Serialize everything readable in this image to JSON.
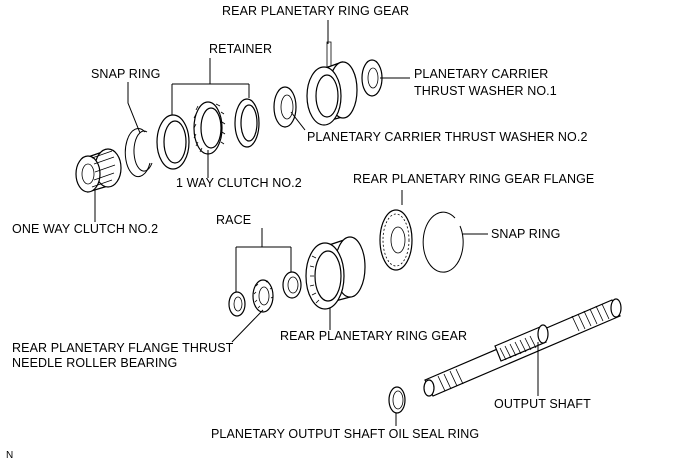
{
  "labels": {
    "rear_planetary_ring_gear_top": "REAR PLANETARY RING GEAR",
    "retainer": "RETAINER",
    "snap_ring_top": "SNAP RING",
    "planetary_carrier_thrust_washer_no1_line1": "PLANETARY CARRIER",
    "planetary_carrier_thrust_washer_no1_line2": "THRUST WASHER NO.1",
    "planetary_carrier_thrust_washer_no2": "PLANETARY CARRIER THRUST WASHER NO.2",
    "one_way_clutch_no2_gear": "1 WAY CLUTCH NO.2",
    "rear_planetary_ring_gear_flange": "REAR PLANETARY RING GEAR FLANGE",
    "one_way_clutch_no2": "ONE WAY CLUTCH NO.2",
    "race": "RACE",
    "snap_ring_bottom": "SNAP RING",
    "flange_thrust_bearing_line1": "REAR PLANETARY FLANGE THRUST",
    "flange_thrust_bearing_line2": "NEEDLE ROLLER BEARING",
    "rear_planetary_ring_gear_bottom": "REAR PLANETARY RING GEAR",
    "output_shaft": "OUTPUT SHAFT",
    "oil_seal_ring": "PLANETARY OUTPUT SHAFT OIL SEAL RING",
    "corner_mark": "N"
  }
}
